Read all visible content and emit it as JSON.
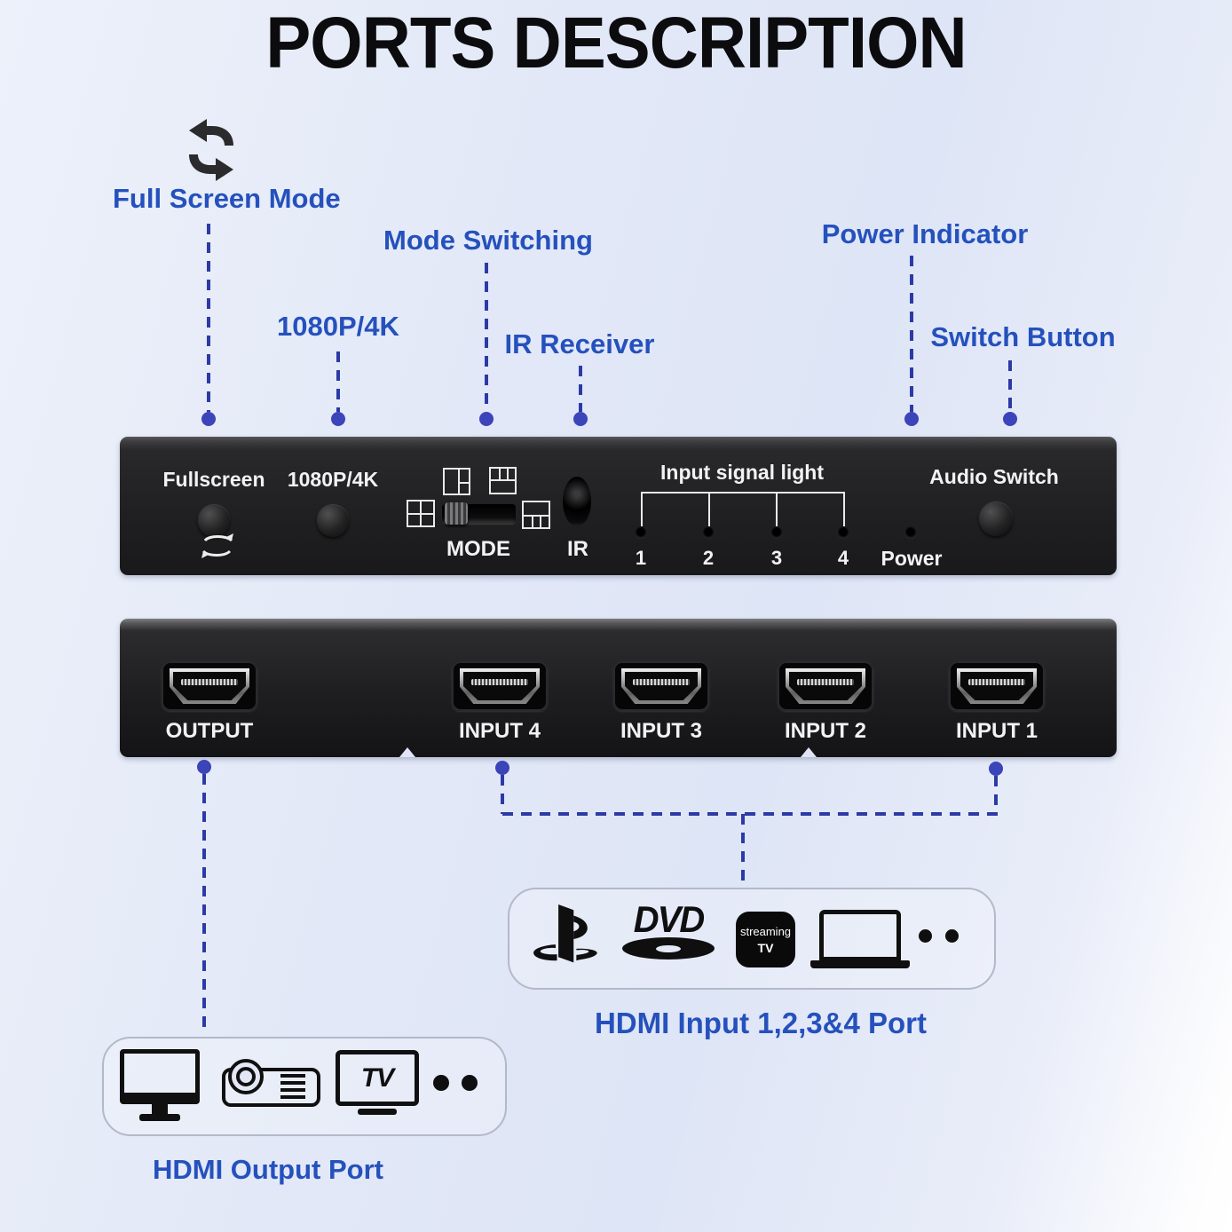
{
  "title": "PORTS DESCRIPTION",
  "colors": {
    "label_blue": "#2551bd",
    "dash_blue": "#2c3aa6",
    "dot_blue": "#3b44b8",
    "panel_black": "#1e1e20",
    "panel_text_white": "#f2f2f2",
    "icon_black": "#0f0f10",
    "background_tint": "#e2e8f7"
  },
  "callouts": [
    {
      "label": "Full Screen Mode"
    },
    {
      "label": "1080P/4K"
    },
    {
      "label": "Mode Switching"
    },
    {
      "label": "IR Receiver"
    },
    {
      "label": "Power Indicator"
    },
    {
      "label": "Switch Button"
    }
  ],
  "front_panel": {
    "fullscreen_label": "Fullscreen",
    "resolution_label": "1080P/4K",
    "mode_label": "MODE",
    "ir_label": "IR",
    "input_signal_label": "Input signal light",
    "led_numbers": [
      "1",
      "2",
      "3",
      "4"
    ],
    "power_label": "Power",
    "audio_switch_label": "Audio Switch",
    "mode_icons": [
      "quad-grid",
      "one-left-two-right",
      "three-top-one-bottom",
      "one-top-three-bottom"
    ]
  },
  "rear_panel": {
    "ports": [
      {
        "label": "OUTPUT"
      },
      {
        "label": "INPUT 4"
      },
      {
        "label": "INPUT 3"
      },
      {
        "label": "INPUT 2"
      },
      {
        "label": "INPUT 1"
      }
    ]
  },
  "input_devices": {
    "icons": [
      "playstation",
      "dvd-player",
      "streaming-tv-box",
      "laptop",
      "more-dots"
    ],
    "dvd_text": "DVD",
    "streaming_line1": "streaming",
    "streaming_line2": "TV",
    "caption": "HDMI Input 1,2,3&4 Port"
  },
  "output_devices": {
    "icons": [
      "monitor",
      "projector",
      "tv",
      "more-dots"
    ],
    "tv_text": "TV",
    "caption": "HDMI Output Port"
  }
}
